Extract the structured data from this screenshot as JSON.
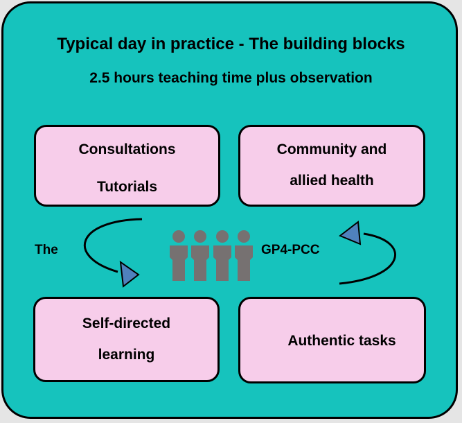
{
  "title": "Typical day in practice - The building blocks",
  "subtitle": "2.5 hours teaching time plus observation",
  "boxes": {
    "top_left": {
      "line1": "Consultations",
      "line2": "Tutorials"
    },
    "top_right": {
      "line1": "Community and",
      "line2": "allied health"
    },
    "bottom_left": {
      "line1": "Self-directed",
      "line2": "learning"
    },
    "bottom_right": {
      "line1": "Authentic tasks"
    }
  },
  "center": {
    "left_label": "The",
    "right_label": "GP4-PCC",
    "icon": "people-group-icon"
  },
  "colors": {
    "background": "#16c3bd",
    "box_fill": "#f7cdea",
    "arrow_head": "#4f81bd",
    "people": "#767171"
  }
}
